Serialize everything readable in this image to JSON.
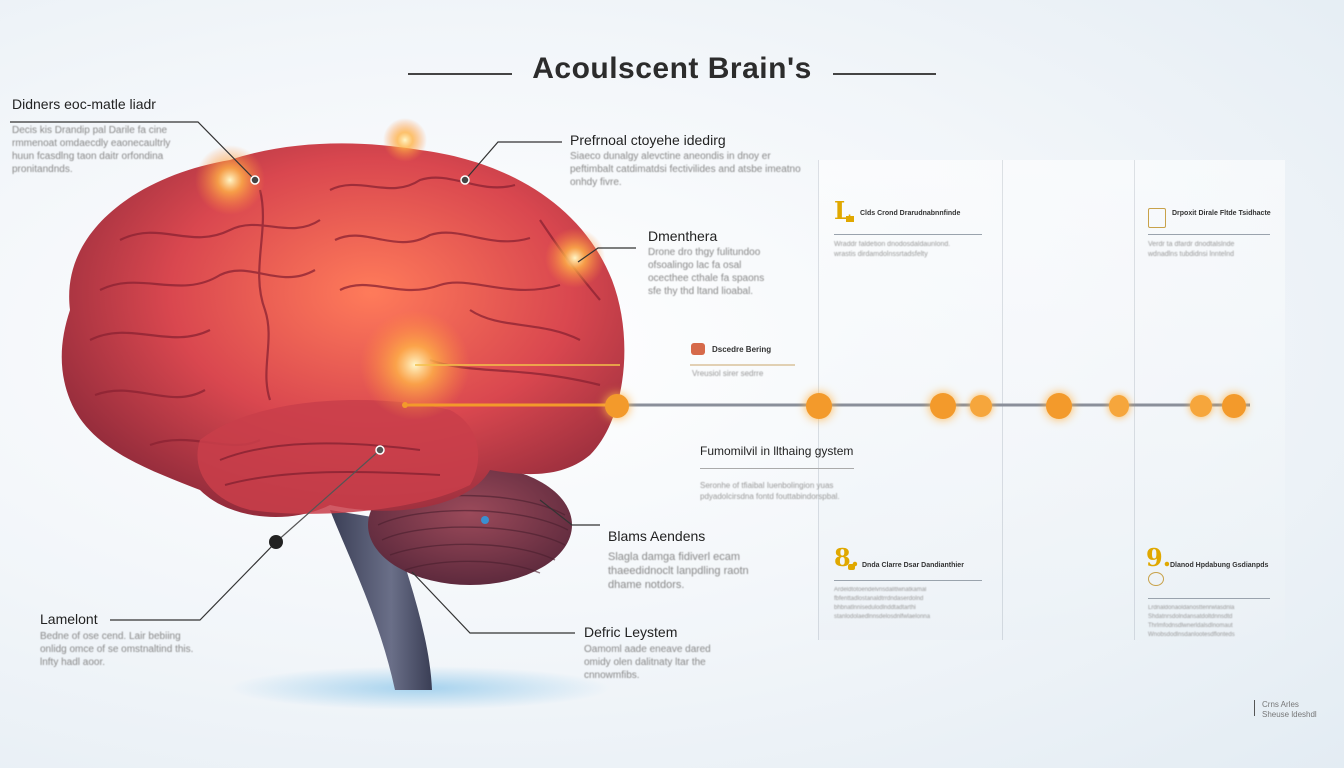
{
  "title": "Acoulscent Brain's",
  "callouts": {
    "top_left": {
      "heading": "Didners eoc-matle liadr",
      "body": "Decis kis Drandip pal Darile fa cine\nrmmenoat omdaecdly eaonecaultrly\nhuun fcasdlng taon daitr orfondina\npronitandnds."
    },
    "prefrontal": {
      "heading": "Prefrnoal ctoyehe idedirg",
      "body": "Siaeco dunalgy alevctine aneondis in dnoy er\npeftimbalt catdimatdsi fectivilides and atsbe imeatno\nonhdy fivre."
    },
    "dmenthera": {
      "heading": "Dmenthera",
      "body": "Drone dro thgy fulitundoo\nofsoalingo lac fa osal\nocecthee cthale fa spaons\nsfe thy thd ltand lioabal."
    },
    "mid_small": {
      "heading": "Dscedre Bering",
      "body": "Vreusiol sirer sedrre"
    },
    "functional": {
      "heading": "Fumomilvil in llthaing gystem",
      "body": "Seronhe of tfiaibal Iuenbolingion yuas\npdyadolcirsdna fontd fouttabindorspbal."
    },
    "brains_aendens": {
      "heading": "Blams Aendens",
      "body": "Slagla damga fidiverl ecam\nthaeedidnoclt lanpdling raotn\ndhame notdors."
    },
    "limbic": {
      "heading": "Lamelont",
      "body": "Bedne of ose cend. Lair bebiing\nonlidg omce of se omstnaltind this.\nlnfty hadl aoor."
    },
    "deferic": {
      "heading": "Defric Leystem",
      "body": "Oamoml aade eneave dared\nomidy olen dalitnaty ltar the\ncnnowmfibs."
    }
  },
  "panels": [
    {
      "number": "L",
      "heading": "Clds Crond Drarudnabnnfinde",
      "body": "Wraddr faldetion dnodosdaldaunlond.\nwrastis dirdamdolnssrtadsfelty"
    },
    {
      "number": "",
      "heading": "Drpoxit Dirale Fltde Tsidhacte",
      "body": "Verdr ta dfardr dnodtalslnde\nwdnadlns tubdidnsi lnntelnd"
    },
    {
      "number": "8.",
      "heading": "Dnda Clarre Dsar Dandianthier",
      "body": "Ardeldtotoendelvrisdalltlwnatkamal\nfbfenttadlostanaldtrrdndaserdolnd\nbhbnatlnnisedulodlnddtadtarthi\nstanlodolaedlnnsdelosdnlfwlaelonna"
    },
    {
      "number": "9.",
      "heading": "Dlanod Hpdabung Gsdianpds",
      "body": "Lrdnaldonaoldanosttenrwlasdnla\nShdatnrsdolndansatdoltdnnsdtd\nThrlmfodnsdlwnerldalsdlnomaut\nWnobsdodlnsdanlootesdflonteds"
    }
  ],
  "timeline_nodes": [
    "node-1",
    "node-2",
    "node-3",
    "node-4",
    "node-5",
    "node-6",
    "node-7",
    "node-8"
  ],
  "footer": "Crns Arles\nSheuse ldeshdl",
  "colors": {
    "accent": "#f39a2b",
    "brain": "#d94a4f",
    "glow": "#ffb347",
    "stem": "#4a4f66"
  }
}
